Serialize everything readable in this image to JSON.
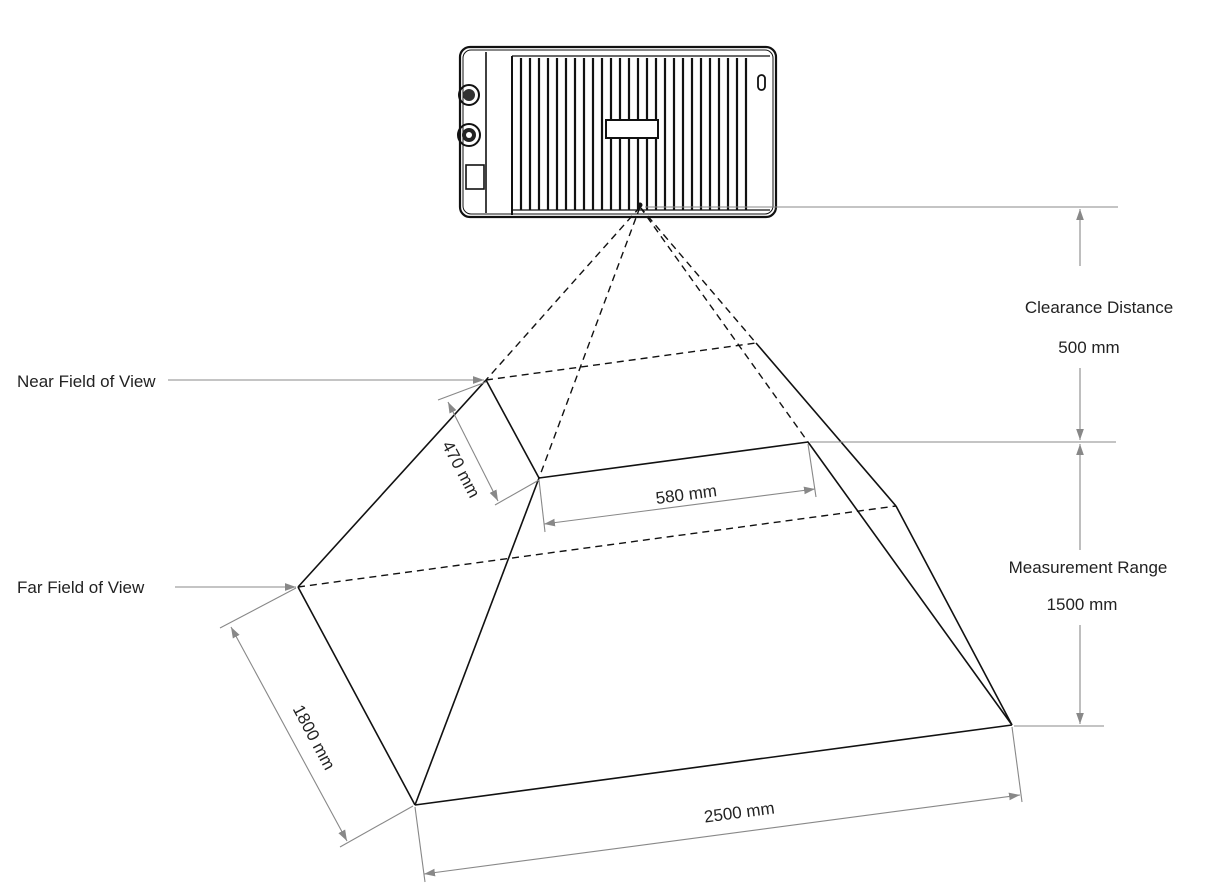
{
  "labels": {
    "near_fov": "Near Field of View",
    "far_fov": "Far Field of View",
    "clearance_title": "Clearance Distance",
    "clearance_value": "500 mm",
    "range_title": "Measurement Range",
    "range_value": "1500 mm",
    "near_depth": "470 mm",
    "near_width": "580 mm",
    "far_depth": "1800 mm",
    "far_width": "2500 mm"
  },
  "colors": {
    "line": "#111111",
    "dimension": "#888888",
    "text": "#222222"
  }
}
